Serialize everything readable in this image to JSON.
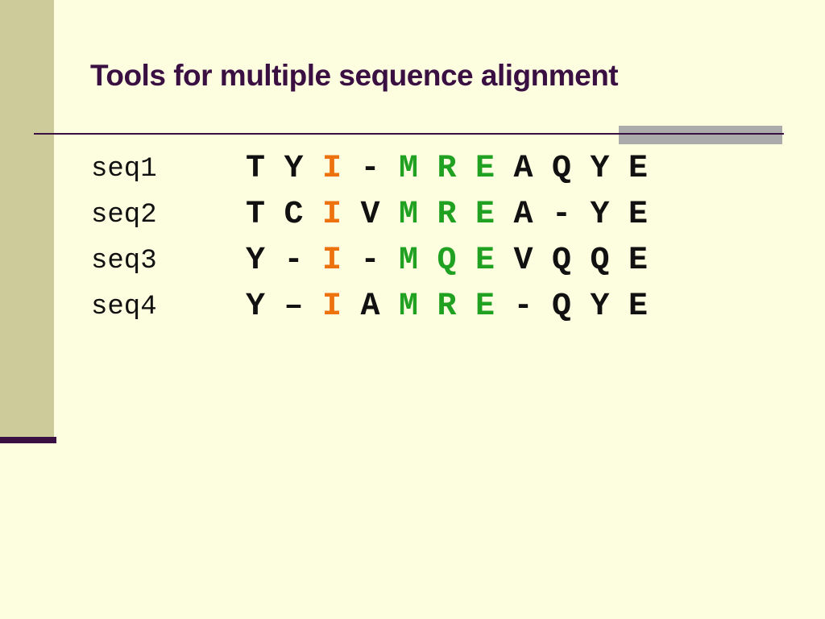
{
  "slide": {
    "title": "Tools for multiple sequence alignment"
  },
  "colors": {
    "background": "#FDFDE0",
    "sidebar": "#CCCB99",
    "title_text": "#3A0F42",
    "divider_line": "#3A0F42",
    "gray_bar": "#ABABAB",
    "accent_bar": "#3A0F42",
    "label_text": "#111111",
    "residue_black": "#111111",
    "residue_orange": "#ED720D",
    "residue_green": "#21A121"
  },
  "alignment": {
    "rows": [
      {
        "label": "seq1",
        "residues": [
          {
            "char": "T",
            "color": "black"
          },
          {
            "char": "Y",
            "color": "black"
          },
          {
            "char": "I",
            "color": "orange"
          },
          {
            "char": "-",
            "color": "black"
          },
          {
            "char": "M",
            "color": "green"
          },
          {
            "char": "R",
            "color": "green"
          },
          {
            "char": "E",
            "color": "green"
          },
          {
            "char": "A",
            "color": "black"
          },
          {
            "char": "Q",
            "color": "black"
          },
          {
            "char": "Y",
            "color": "black"
          },
          {
            "char": "E",
            "color": "black"
          }
        ]
      },
      {
        "label": "seq2",
        "residues": [
          {
            "char": "T",
            "color": "black"
          },
          {
            "char": "C",
            "color": "black"
          },
          {
            "char": "I",
            "color": "orange"
          },
          {
            "char": "V",
            "color": "black"
          },
          {
            "char": "M",
            "color": "green"
          },
          {
            "char": "R",
            "color": "green"
          },
          {
            "char": "E",
            "color": "green"
          },
          {
            "char": "A",
            "color": "black"
          },
          {
            "char": "-",
            "color": "black"
          },
          {
            "char": "Y",
            "color": "black"
          },
          {
            "char": "E",
            "color": "black"
          }
        ]
      },
      {
        "label": "seq3",
        "residues": [
          {
            "char": "Y",
            "color": "black"
          },
          {
            "char": "-",
            "color": "black"
          },
          {
            "char": "I",
            "color": "orange"
          },
          {
            "char": "-",
            "color": "black"
          },
          {
            "char": "M",
            "color": "green"
          },
          {
            "char": "Q",
            "color": "green"
          },
          {
            "char": "E",
            "color": "green"
          },
          {
            "char": "V",
            "color": "black"
          },
          {
            "char": "Q",
            "color": "black"
          },
          {
            "char": "Q",
            "color": "black"
          },
          {
            "char": "E",
            "color": "black"
          }
        ]
      },
      {
        "label": "seq4",
        "residues": [
          {
            "char": "Y",
            "color": "black"
          },
          {
            "char": "–",
            "color": "black"
          },
          {
            "char": "I",
            "color": "orange"
          },
          {
            "char": "A",
            "color": "black"
          },
          {
            "char": "M",
            "color": "green"
          },
          {
            "char": "R",
            "color": "green"
          },
          {
            "char": "E",
            "color": "green"
          },
          {
            "char": "-",
            "color": "black"
          },
          {
            "char": "Q",
            "color": "black"
          },
          {
            "char": "Y",
            "color": "black"
          },
          {
            "char": "E",
            "color": "black"
          }
        ]
      }
    ]
  }
}
